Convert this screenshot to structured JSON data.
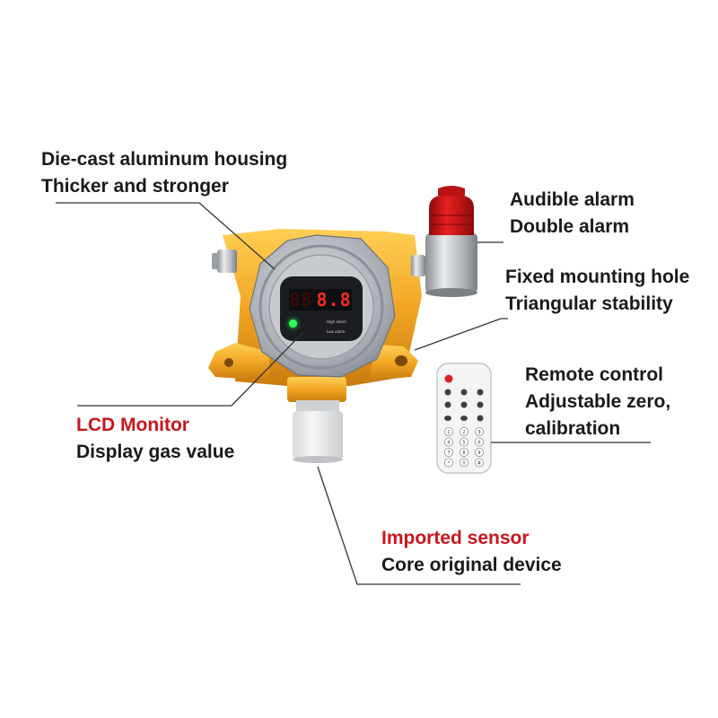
{
  "callouts": {
    "housing": {
      "line1": "Die-cast aluminum housing",
      "line2": "Thicker and stronger"
    },
    "alarm": {
      "line1": "Audible alarm",
      "line2": "Double alarm"
    },
    "mounting": {
      "line1": "Fixed mounting hole",
      "line2": "Triangular stability"
    },
    "remote": {
      "line1": "Remote control",
      "line2": "Adjustable zero,",
      "line3": "calibration"
    },
    "lcd": {
      "line1": "LCD Monitor",
      "line2": "Display gas value"
    },
    "sensor": {
      "line1": "Imported sensor",
      "line2": "Core original device"
    }
  },
  "device": {
    "display_digits": "8.8",
    "display_left": "88",
    "panel_label_high": "High alarm",
    "panel_label_low": "Low alarm"
  },
  "remote_buttons": [
    "1",
    "2",
    "3",
    "4",
    "5",
    "6",
    "7",
    "8",
    "9",
    "*",
    "0",
    "#"
  ],
  "colors": {
    "accent_red": "#c8161d",
    "housing_yellow": "#f2a623",
    "housing_gray": "#a9adb3",
    "led_red": "#ff2a1a",
    "leader_line": "#333333"
  }
}
